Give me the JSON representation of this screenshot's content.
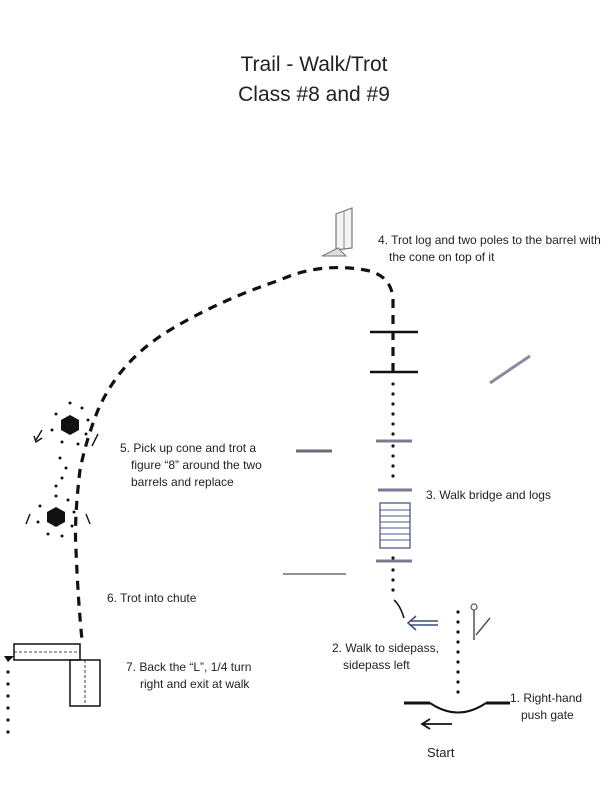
{
  "title": {
    "line1": "Trail - Walk/Trot",
    "line2": "Class #8 and #9"
  },
  "obstacles": [
    {
      "step": "1",
      "lines": [
        "1. Right-hand",
        "push gate"
      ]
    },
    {
      "step": "2",
      "lines": [
        "2. Walk to sidepass,",
        "sidepass left"
      ]
    },
    {
      "step": "3",
      "lines": [
        "3. Walk bridge and logs"
      ]
    },
    {
      "step": "4",
      "lines": [
        "4. Trot log and two poles to the barrel with",
        "the cone on top of it"
      ]
    },
    {
      "step": "5",
      "lines": [
        "5. Pick up cone and trot a",
        "figure “8” around the two",
        "barrels and replace"
      ]
    },
    {
      "step": "6",
      "lines": [
        "6. Trot into chute"
      ]
    },
    {
      "step": "7",
      "lines": [
        "7. Back the “L”, 1/4 turn",
        "right and exit at walk"
      ]
    }
  ],
  "start_label": "Start",
  "colors": {
    "ink": "#111111",
    "bridge": "#4a5a8a",
    "pole": "#8a8aa0",
    "text": "#1f1f1f"
  }
}
